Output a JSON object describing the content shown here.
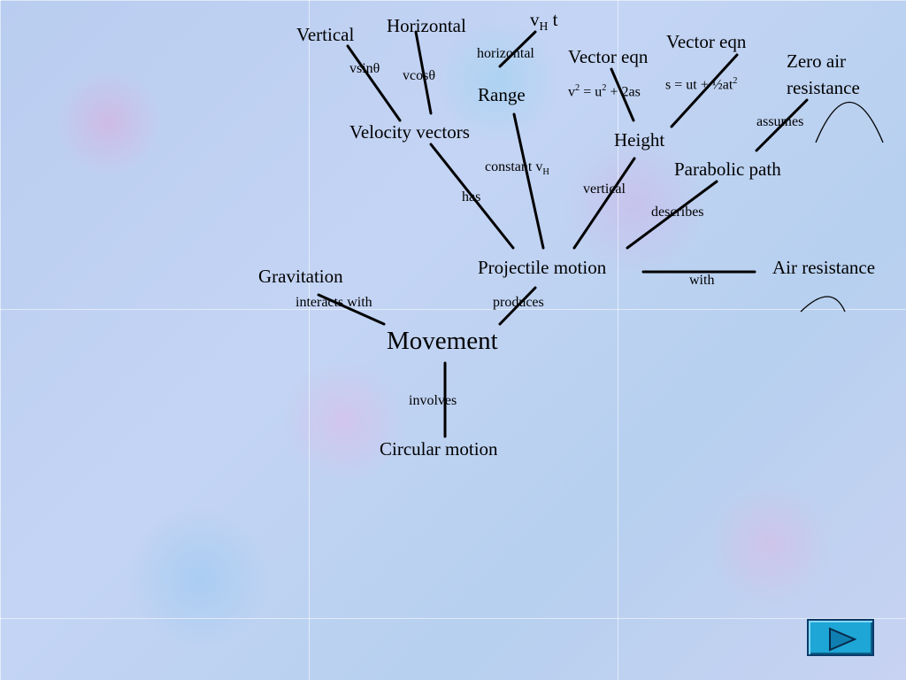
{
  "concept_map": {
    "nodes": {
      "movement": "Movement",
      "gravitation": "Gravitation",
      "projectile_motion": "Projectile motion",
      "circular_motion": "Circular motion",
      "air_resistance": "Air resistance",
      "velocity_vectors": "Velocity vectors",
      "vertical": "Vertical",
      "horizontal": "Horizontal",
      "range": "Range",
      "height": "Height",
      "vector_eqn_1": "Vector eqn",
      "vector_eqn_2": "Vector eqn",
      "zero_air_line1": "Zero air",
      "zero_air_line2": "resistance",
      "parabolic_path": "Parabolic path",
      "vh_main": "v",
      "vh_sub": "H",
      "vh_suffix": " t"
    },
    "link_labels": {
      "interacts_with": "interacts with",
      "produces": "produces",
      "involves": "involves",
      "with": "with",
      "has": "has",
      "vsin": "vsinθ",
      "vcos": "vcosθ",
      "horizontal": "horizontal",
      "constant_main": "constant v",
      "constant_sub": "H",
      "vertical": "vertical",
      "describes": "describes",
      "assumes": "assumes",
      "eq1_v": "v",
      "eq1_mid": " = u",
      "eq1_end": " + 2as",
      "eq2_start": "s = ut + ½at",
      "exp2": "2"
    }
  },
  "navigation": {
    "next_label": "play-icon",
    "accent_color": "#1ea6d6"
  }
}
